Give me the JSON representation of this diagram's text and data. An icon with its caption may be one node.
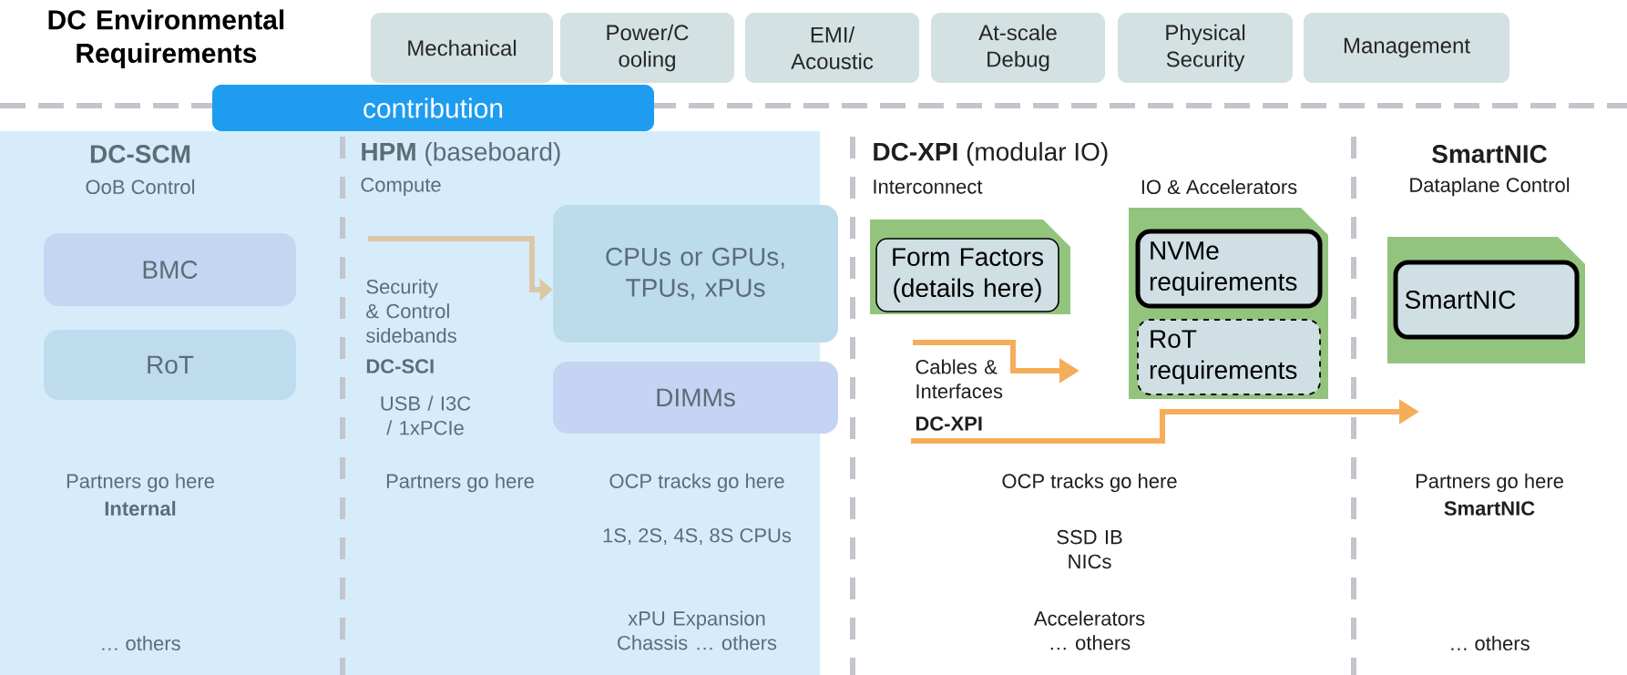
{
  "diagram": {
    "title": "DC Environmental Requirements",
    "nodes": [
      {
        "text": [
          "Mechanical"
        ]
      },
      {
        "text": [
          "Power/C ooling"
        ]
      },
      {
        "text": [
          "EMI/ Acoustic"
        ]
      },
      {
        "text": [
          "At-scale Debug"
        ]
      },
      {
        "text": [
          "Physical Security"
        ]
      },
      {
        "text": [
          "Management"
        ]
      },
      {
        "text": [
          "contribution"
        ]
      },
      {
        "text": [
          "BMC"
        ]
      },
      {
        "text": [
          "RoT"
        ]
      },
      {
        "text": [
          "CPUs or GPUs, TPUs, xPUs"
        ]
      },
      {
        "text": [
          "DIMMs"
        ]
      },
      {
        "text": [],
        "shape": "box"
      },
      {
        "text": [
          "Form Factors (details here)"
        ],
        "in": 11
      },
      {
        "text": [],
        "shape": "box"
      },
      {
        "text": [
          "NVMe requirements"
        ],
        "in": 13
      },
      {
        "text": [
          "RoT requirements"
        ],
        "in": 13
      },
      {
        "text": [],
        "shape": "box"
      },
      {
        "text": [
          "SmartNIC"
        ],
        "in": 16
      }
    ],
    "edges": [
      {
        "from": null,
        "to": 9,
        "arrow": "to"
      }
    ],
    "labels": [
      "DC-SCM",
      "OoB Control",
      "**HPM** (baseboard)",
      "Compute",
      "Security & Control sidebands",
      "DC-SCI",
      "USB / I3C / 1xPCIe",
      "Partners go here",
      "Internal",
      "… others",
      "Partners go here",
      "OCP tracks go here",
      "1S, 2S, 4S, 8S CPUs",
      "xPU Expansion Chassis … others",
      "**DC-XPI** (modular IO)",
      "Interconnect",
      "IO & Accelerators",
      "Cables & Interfaces",
      "DC-XPI",
      "OCP tracks go here",
      "SSD IB NICs",
      "Accelerators … others",
      "SmartNIC",
      "Dataplane Control",
      "Partners go here",
      "SmartNIC",
      "… others"
    ]
  }
}
